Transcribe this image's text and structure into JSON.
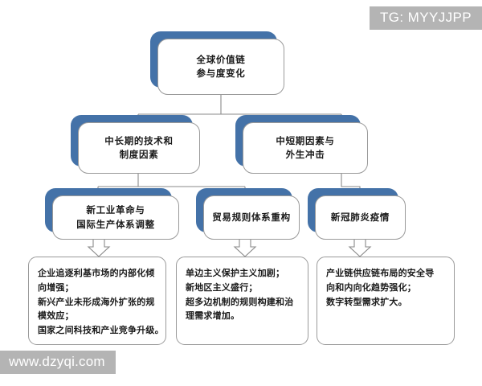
{
  "diagram": {
    "type": "flowchart",
    "root": {
      "id": "global-value-chain",
      "lines": [
        "全球价值链",
        "参与度变化"
      ]
    },
    "level2": [
      {
        "id": "long-term-factors",
        "lines": [
          "中长期的技术和",
          "制度因素"
        ]
      },
      {
        "id": "short-term-factors",
        "lines": [
          "中短期因素与",
          "外生冲击"
        ]
      }
    ],
    "level3": [
      {
        "id": "new-industrial-revolution",
        "lines": [
          "新工业革命与",
          "国际生产体系调整"
        ]
      },
      {
        "id": "trade-rules-restructuring",
        "lines": [
          "贸易规则体系重构"
        ]
      },
      {
        "id": "covid-pandemic",
        "lines": [
          "新冠肺炎疫情"
        ]
      }
    ],
    "details": [
      {
        "id": "detail-industrial",
        "lines": [
          "企业追逐利基市场的内部化倾",
          "向增强；",
          "新兴产业未形成海外扩张的规",
          "模效应；",
          "国家之间科技和产业竞争升级。"
        ]
      },
      {
        "id": "detail-trade",
        "lines": [
          "单边主义保护主义加剧；",
          "新地区主义盛行；",
          "超多边机制的规则构建和治",
          "理需求增加。"
        ]
      },
      {
        "id": "detail-covid",
        "lines": [
          "产业链供应链布局的安全导",
          "向和内向化趋势强化；",
          "数字转型需求扩大。"
        ]
      }
    ]
  },
  "watermarks": {
    "top_right": "TG: MYYJJPP",
    "bottom_left": "www.dzyqi.com"
  },
  "colors": {
    "node_shadow": "#4472a8",
    "node_border": "#9a9a9a",
    "node_fill": "#ffffff",
    "connector": "#8a8a8a",
    "text": "#1b1b1b",
    "watermark_bg": "#b4b4b4",
    "watermark_text": "#ffffff",
    "background": "#ffffff"
  }
}
